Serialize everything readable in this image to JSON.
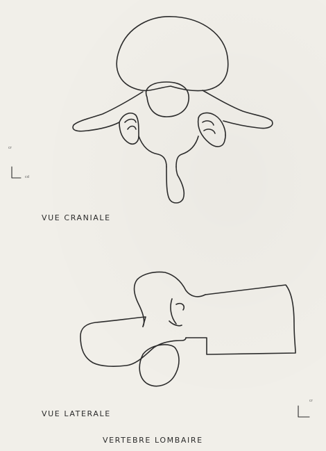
{
  "captions": {
    "cranial": "VUE CRANIALE",
    "lateral": "VUE LATERALE",
    "title": "VERTEBRE LOMBAIRE"
  },
  "axis_labels": {
    "top_vertical": "cr",
    "top_horizontal": "cd",
    "bottom_vertical": "cr"
  },
  "colors": {
    "paper": "#f1efe9",
    "ink": "#2b2b2b"
  }
}
